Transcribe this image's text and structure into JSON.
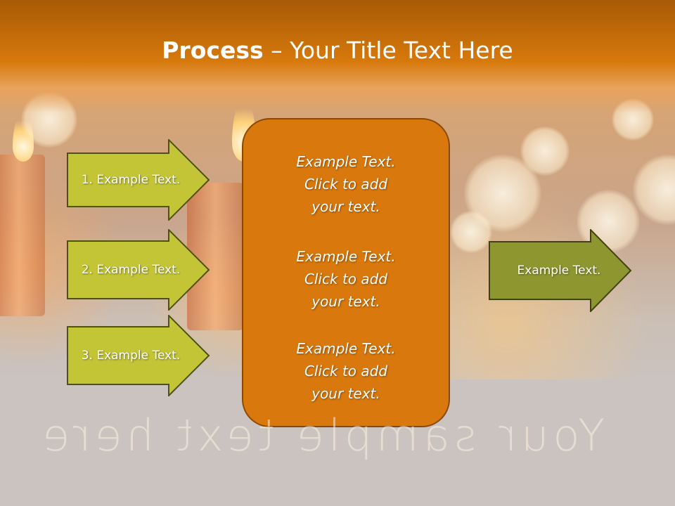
{
  "slide": {
    "title_bold": "Process",
    "title_rest": " – Your Title Text Here",
    "left_items": [
      {
        "label": "1. Example Text."
      },
      {
        "label": "2. Example Text."
      },
      {
        "label": "3. Example Text."
      }
    ],
    "center_paragraphs": [
      {
        "line1": "Example Text.",
        "line2": "Click  to add",
        "line3": "your text."
      },
      {
        "line1": "Example Text.",
        "line2": "Click  to add",
        "line3": "your text."
      },
      {
        "line1": "Example Text.",
        "line2": "Click  to add",
        "line3": "your text."
      }
    ],
    "right_item": {
      "label": "Example Text."
    },
    "watermark": "Your sample text here"
  },
  "colors": {
    "header": "#d7790c",
    "left_arrow_fill": "#c3c536",
    "right_arrow_fill": "#8e9630",
    "center_box": "#d8780d"
  }
}
